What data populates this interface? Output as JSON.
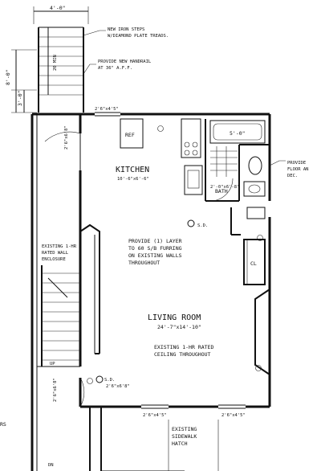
{
  "notes": {
    "iron_steps_1": "NEW IRON STEPS",
    "iron_steps_2": "W/DIAMOND PLATE TREADS.",
    "handrail_1": "PROVIDE NEW HANDRAIL",
    "handrail_2": "AT 36\" A.F.F.",
    "provide_floor_1": "PROVIDE",
    "provide_floor_2": "FLOOR AN",
    "provide_floor_3": "DEC.",
    "layer_1": "PROVIDE (1) LAYER",
    "layer_2": "TO 60 S/B FURRING",
    "layer_3": "ON EXISTING WALLS",
    "layer_4": "THROUGHOUT",
    "wall_encl_1": "EXISTING 1-HR",
    "wall_encl_2": "RATED WALL",
    "wall_encl_3": "ENCLOSURE",
    "ceiling_1": "EXISTING 1-HR RATED",
    "ceiling_2": "CEILING THROUGHOUT",
    "sidewalk_1": "EXISTING",
    "sidewalk_2": "SIDEWALK",
    "sidewalk_3": "HATCH"
  },
  "rooms": {
    "kitchen_name": "KITCHEN",
    "kitchen_size": "10'-6\"x6'-6\"",
    "living_name": "LIVING ROOM",
    "living_size": "24'-7\"x14'-10\"",
    "bath_name": "BATH"
  },
  "fixtures": {
    "ref": "REF",
    "tub": "5'-0\"",
    "cl": "CL",
    "sd_kitchen": "S.D.",
    "sd_living": "S.D.",
    "up": "UP",
    "dn": "DN"
  },
  "dimensions": {
    "stair_width": "4'-0\"",
    "overall_height": "8'-0\"",
    "landing": "3'-0\"",
    "treads": "20 MIN",
    "window_top": "2'6\"x4'5\"",
    "door_exit": "2'6\"x6'8\"",
    "door_bath": "2'-0\"x6'-8\"",
    "door_living": "2'6\"x6'8\"",
    "door_entry": "2'6\"x6'8\"",
    "window_bottom_left": "2'6\"x4'5\"",
    "window_bottom_right": "2'6\"x4'5\""
  },
  "edge_text": "RS"
}
